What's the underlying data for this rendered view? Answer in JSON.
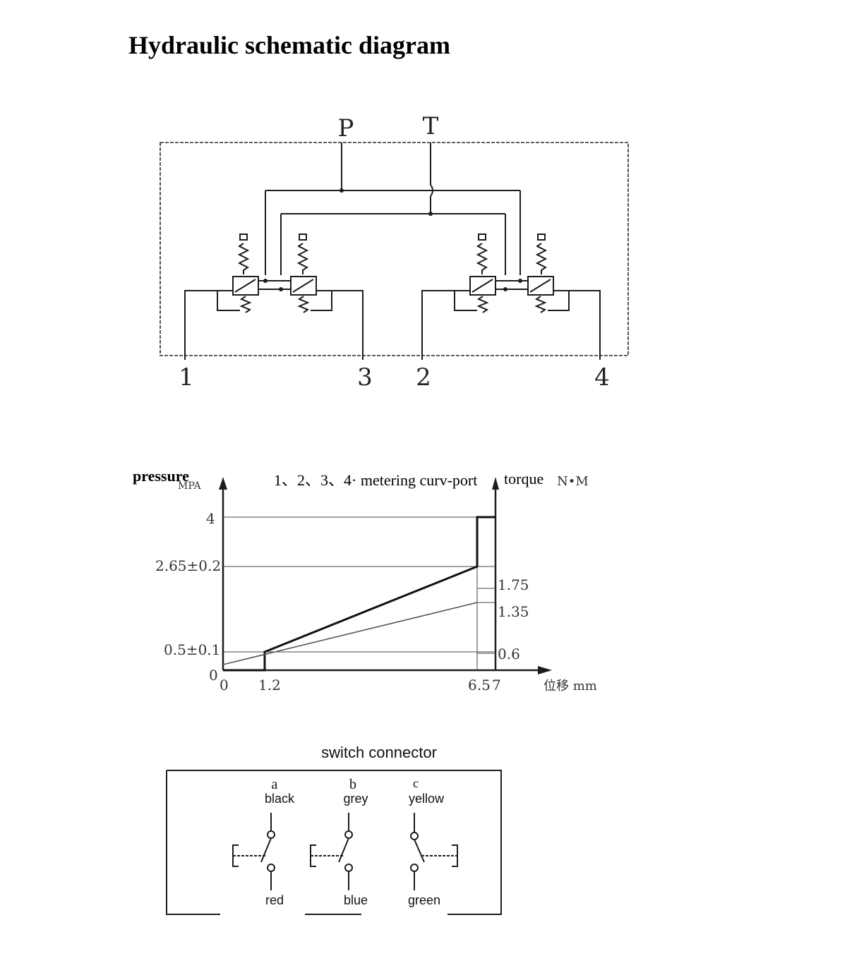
{
  "page_title": "Hydraulic schematic diagram",
  "schematic": {
    "port_p": "P",
    "port_t": "T",
    "port_1": "1",
    "port_3": "3",
    "port_2": "2",
    "port_4": "4"
  },
  "chart_data": {
    "type": "line",
    "title": "1、2、3、4· metering curv-port",
    "ylabel_left": "pressure",
    "ylabel_left_unit": "MPA",
    "ylabel_right": "torque",
    "ylabel_right_unit": "N•M",
    "xlabel": "位移 mm",
    "x_ticks": [
      "0",
      "1.2",
      "6.5",
      "7"
    ],
    "y_ticks_left": [
      "0",
      "0.5±0.1",
      "2.65±0.2",
      "4"
    ],
    "y_ticks_right": [
      "0.6",
      "1.35",
      "1.75"
    ],
    "xlim": [
      0,
      7
    ],
    "ylim": [
      0,
      4
    ],
    "series": [
      {
        "x": [
          0,
          1.2,
          1.2,
          6.5,
          6.5,
          7
        ],
        "y": [
          0,
          0,
          0.5,
          2.65,
          4,
          4
        ]
      },
      {
        "x": [
          0,
          6.5
        ],
        "y": [
          0.15,
          1.35
        ]
      }
    ]
  },
  "switch": {
    "title": "switch connector",
    "contacts": [
      {
        "letter": "a",
        "top_color": "black",
        "bottom_color": "red"
      },
      {
        "letter": "b",
        "top_color": "grey",
        "bottom_color": "blue"
      },
      {
        "letter": "c",
        "top_color": "yellow",
        "bottom_color": "green"
      }
    ]
  }
}
